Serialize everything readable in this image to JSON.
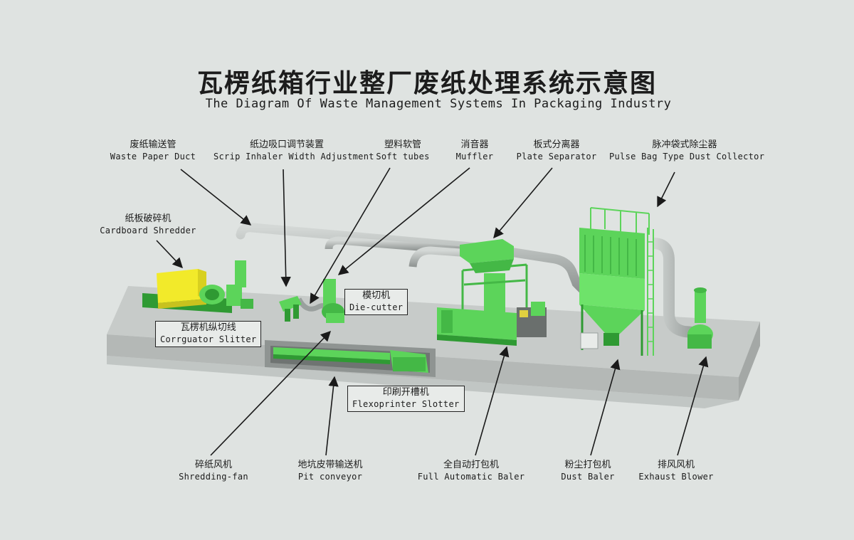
{
  "title": {
    "cn": "瓦楞纸箱行业整厂废纸处理系统示意图",
    "en": "The Diagram Of Waste Management Systems In Packaging Industry"
  },
  "labels": {
    "waste_paper_duct": {
      "cn": "废纸输送管",
      "en": "Waste Paper Duct"
    },
    "scrip_inhaler": {
      "cn": "纸边吸口调节装置",
      "en": "Scrip Inhaler Width Adjustment"
    },
    "soft_tubes": {
      "cn": "塑料软管",
      "en": "Soft tubes"
    },
    "muffler": {
      "cn": "消音器",
      "en": "Muffler"
    },
    "plate_separator": {
      "cn": "板式分离器",
      "en": "Plate Separator"
    },
    "pulse_bag": {
      "cn": "脉冲袋式除尘器",
      "en": "Pulse Bag Type Dust Collector"
    },
    "cardboard_shredder": {
      "cn": "纸板破碎机",
      "en": "Cardboard Shredder"
    },
    "die_cutter": {
      "cn": "模切机",
      "en": "Die-cutter"
    },
    "corrugator_slitter": {
      "cn": "瓦楞机纵切线",
      "en": "Corrguator Slitter"
    },
    "flexoprinter_slotter": {
      "cn": "印刷开槽机",
      "en": "Flexoprinter Slotter"
    },
    "shredding_fan": {
      "cn": "碎纸风机",
      "en": "Shredding-fan"
    },
    "pit_conveyor": {
      "cn": "地坑皮带输送机",
      "en": "Pit conveyor"
    },
    "full_auto_baler": {
      "cn": "全自动打包机",
      "en": "Full Automatic Baler"
    },
    "dust_baler": {
      "cn": "粉尘打包机",
      "en": "Dust Baler"
    },
    "exhaust_blower": {
      "cn": "排风风机",
      "en": "Exhaust Blower"
    }
  },
  "colors": {
    "background": "#dfe3e1",
    "platform_top": "#c7cbc9",
    "platform_side": "#b1b5b3",
    "machine_green": "#5cd45a",
    "machine_green_dark": "#2f9a33",
    "shredder_yellow": "#f2ea2a",
    "pipe": "#b3b8b6",
    "arrow": "#1a1a1a"
  }
}
